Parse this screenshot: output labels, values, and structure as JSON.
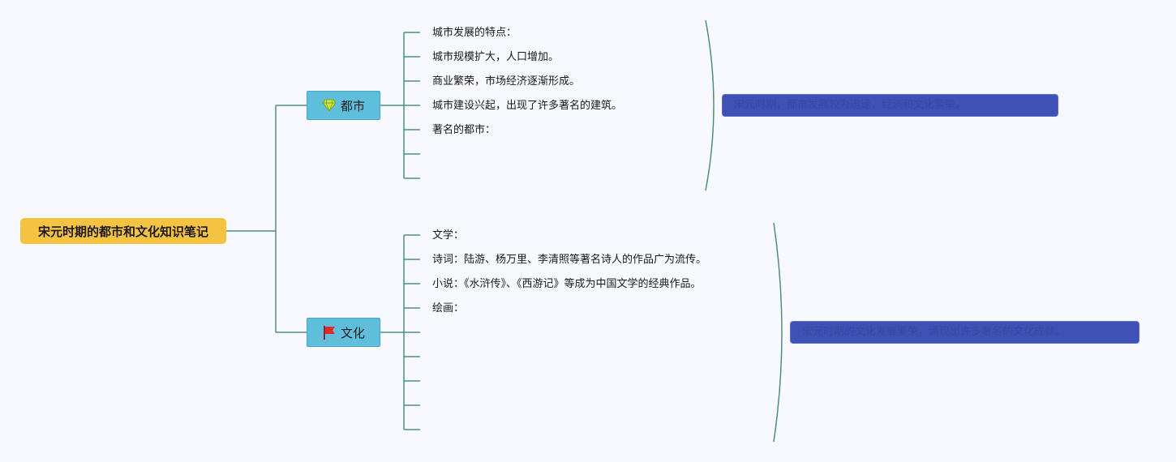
{
  "mindmap": {
    "root": {
      "label": "宋元时期的都市和文化知识笔记"
    },
    "branches": [
      {
        "label": "都市",
        "icon": "diamond-icon",
        "leaves": [
          "城市发展的特点：",
          "城市规模扩大，人口增加。",
          "商业繁荣，市场经济逐渐形成。",
          "城市建设兴起，出现了许多著名的建筑。",
          "著名的都市："
        ],
        "summary": "宋元时期，都市发展较为迅速，经济和文化繁荣。"
      },
      {
        "label": "文化",
        "icon": "flag-icon",
        "leaves": [
          "文学：",
          "诗词：陆游、杨万里、李清照等著名诗人的作品广为流传。",
          "小说：《水浒传》、《西游记》等成为中国文学的经典作品。",
          "绘画："
        ],
        "summary": "宋元时期的文化发展繁荣，涌现出许多著名的文化成就。"
      }
    ]
  },
  "colors": {
    "connector": "#4f8f7f",
    "root_fill": "#f5c242",
    "branch_fill": "#5fbedc",
    "summary_fill": "#3f51b5",
    "background": "#f8f9fe"
  }
}
